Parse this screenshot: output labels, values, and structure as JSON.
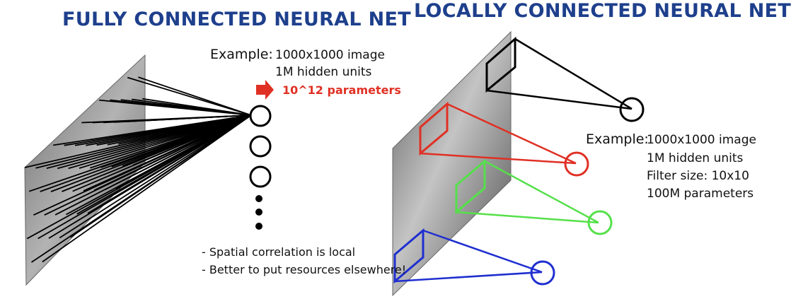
{
  "left": {
    "title": "FULLY CONNECTED NEURAL NET",
    "example_label": "Example:",
    "example_image": "1000x1000 image",
    "example_units": "1M hidden units",
    "params": "10^12 parameters",
    "bullets": [
      "- Spatial correlation is local",
      "- Better to put resources elsewhere!"
    ]
  },
  "right": {
    "title": "LOCALLY CONNECTED NEURAL NET",
    "example_label": "Example:",
    "example_image": "1000x1000 image",
    "example_units": "1M hidden units",
    "filter": "Filter size: 10x10",
    "params": "100M parameters"
  },
  "colors": {
    "title": "#1e3f8c",
    "red": "#e03024",
    "green": "#55e04a",
    "blue": "#1f2fd0",
    "black": "#000000"
  }
}
